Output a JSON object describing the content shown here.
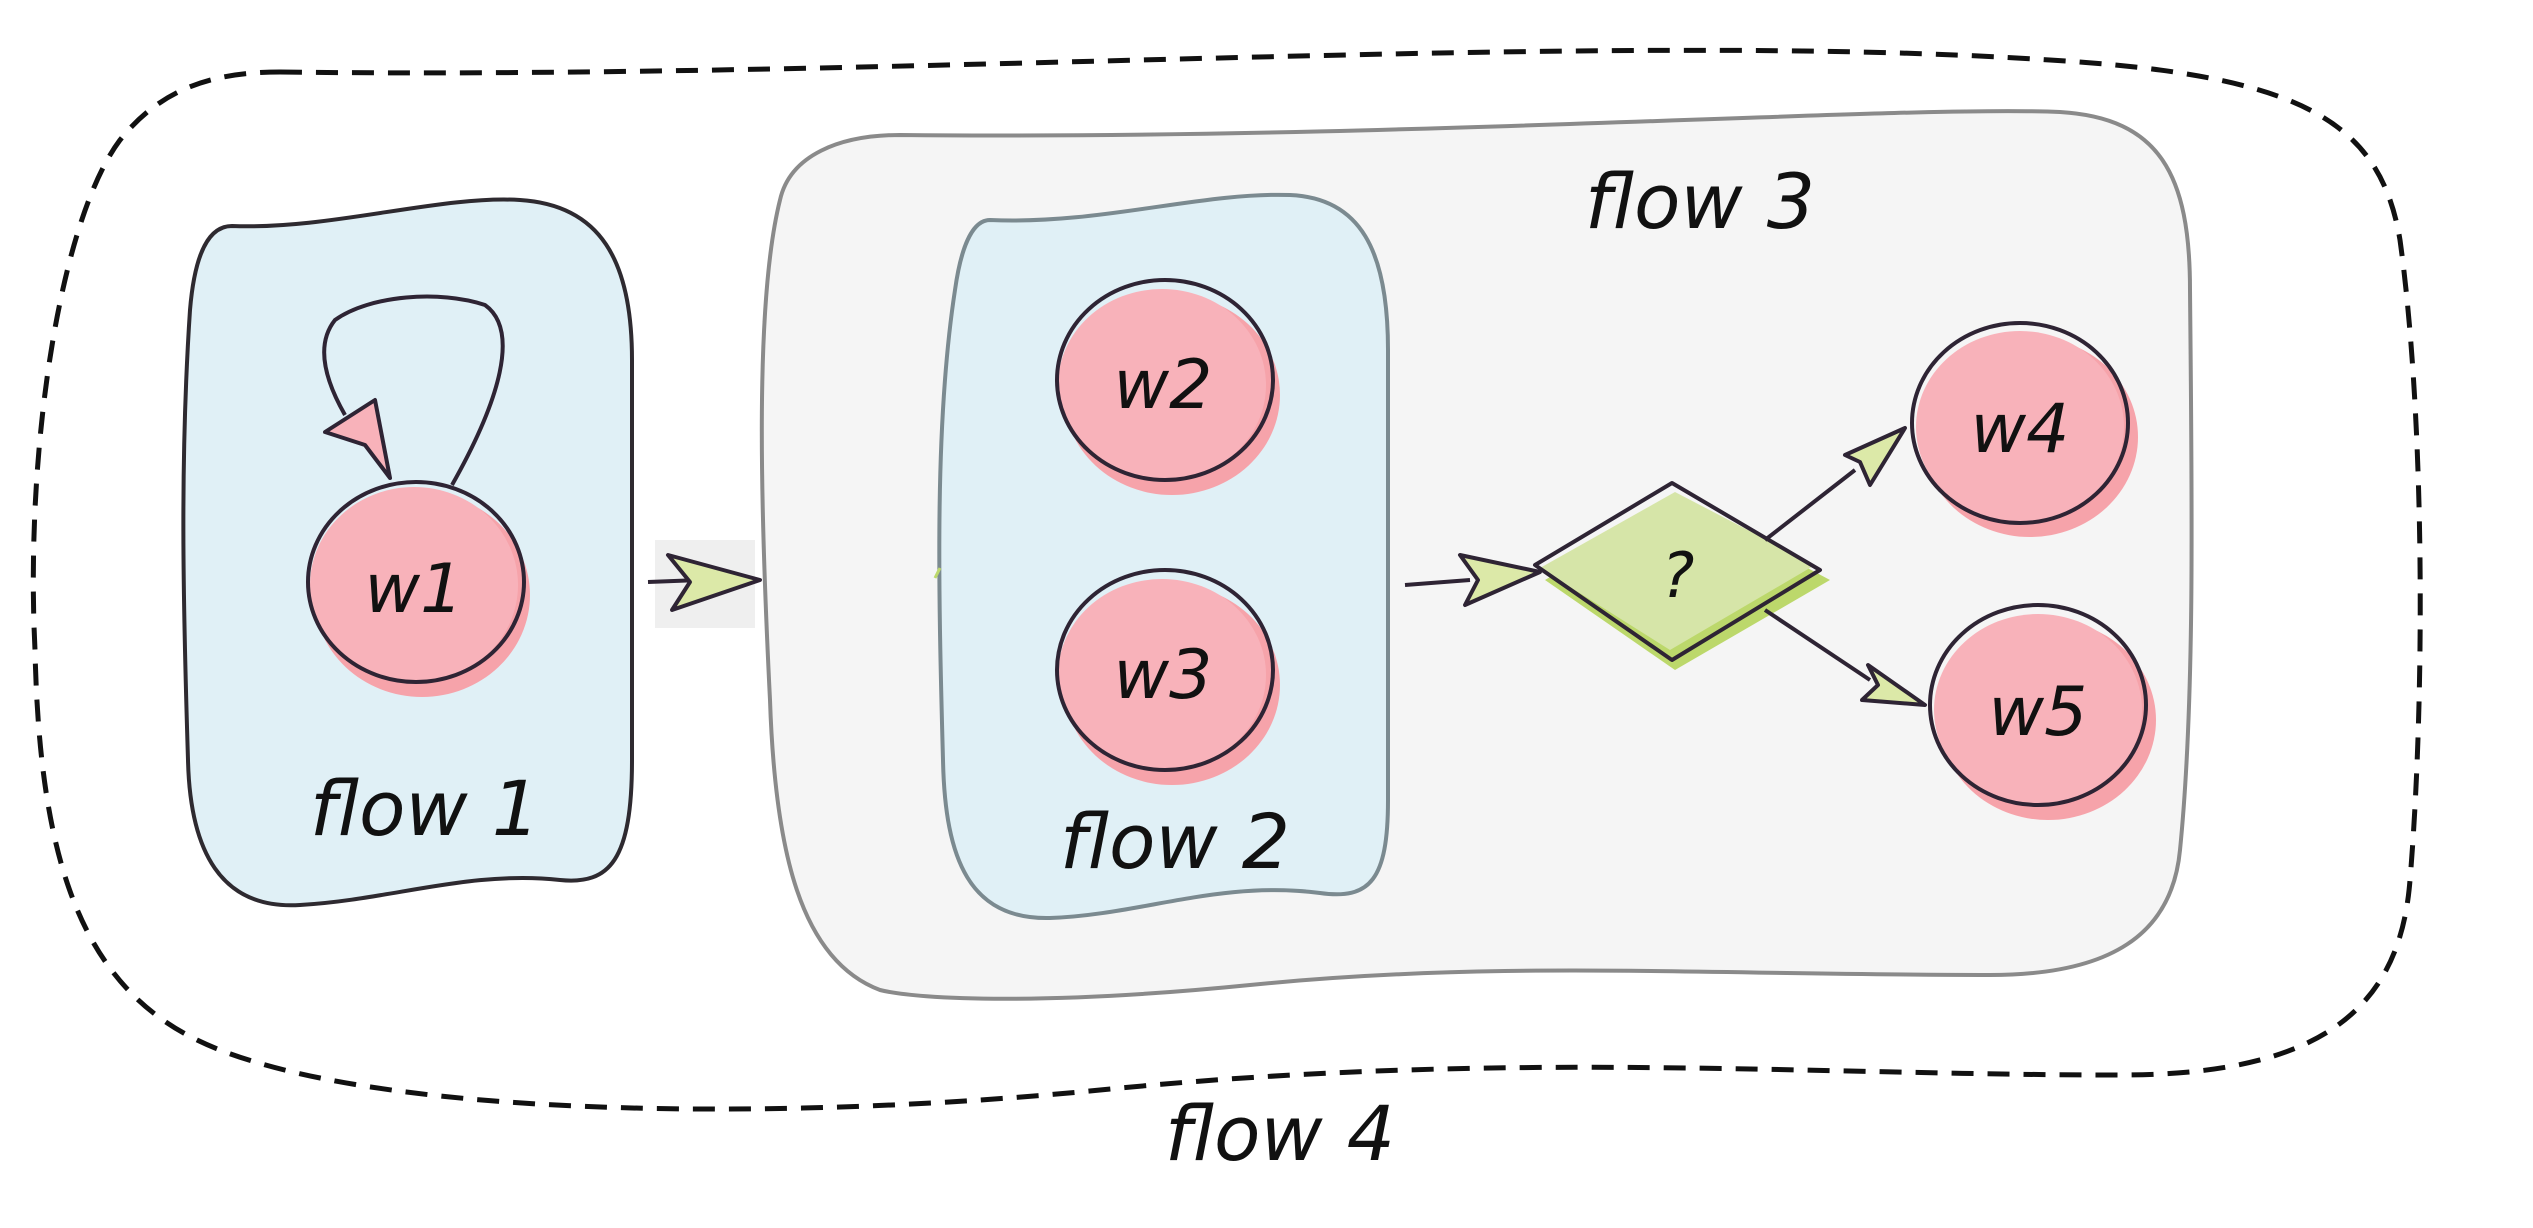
{
  "colors": {
    "blue_container": "#e0f0f6",
    "grey_container": "#f5f5f5",
    "node_fill": "#f8b2ba",
    "node_shadow": "#f6a3aa",
    "decision_fill": "#d6e5a8",
    "decision_shadow": "#bcd86b",
    "arrow_fill": "#dce9a8",
    "ink": "#2e2434",
    "dashed": "#111111"
  },
  "containers": {
    "flow1": {
      "label": "flow 1"
    },
    "flow2": {
      "label": "flow 2"
    },
    "flow3": {
      "label": "flow 3"
    },
    "flow4": {
      "label": "flow 4"
    }
  },
  "nodes": {
    "w1": {
      "label": "w1"
    },
    "w2": {
      "label": "w2"
    },
    "w3": {
      "label": "w3"
    },
    "w4": {
      "label": "w4"
    },
    "w5": {
      "label": "w5"
    }
  },
  "decision": {
    "label": "?"
  },
  "edges": [
    {
      "from": "w1",
      "to": "w1",
      "kind": "self-loop"
    },
    {
      "from": "flow 1",
      "to": "flow 3"
    },
    {
      "from": "flow 2",
      "to": "?"
    },
    {
      "from": "?",
      "to": "w4"
    },
    {
      "from": "?",
      "to": "w5"
    }
  ]
}
